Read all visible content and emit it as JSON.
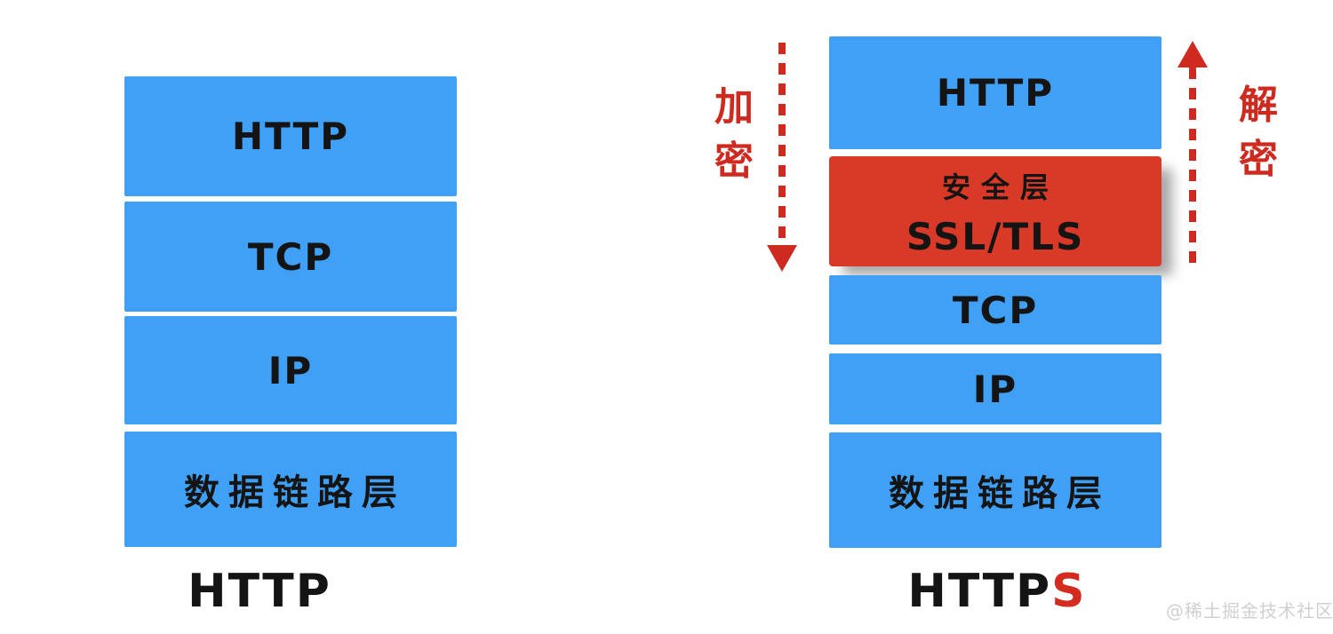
{
  "page": {
    "watermark": "@稀土掘金技术社区"
  },
  "colors": {
    "layer_blue": "#3FA0F5",
    "layer_red": "#D93A27",
    "accent_red": "#CE2A20",
    "caption_s_red": "#D52B1E",
    "text_dark": "#141414",
    "watermark_gray": "#D0D0D0"
  },
  "left_stack": {
    "caption": "HTTP",
    "layers": [
      {
        "label": "HTTP"
      },
      {
        "label": "TCP"
      },
      {
        "label": "IP"
      },
      {
        "label": "数据链路层"
      }
    ]
  },
  "right_stack": {
    "caption_black": "HTTP",
    "caption_red_suffix": "S",
    "layers": [
      {
        "label": "HTTP"
      },
      {
        "line1": "安全层",
        "line2": "SSL/TLS"
      },
      {
        "label": "TCP"
      },
      {
        "label": "IP"
      },
      {
        "label": "数据链路层"
      }
    ]
  },
  "annotations": {
    "encrypt": {
      "label": "加密",
      "arrow_direction": "down"
    },
    "decrypt": {
      "label": "解密",
      "arrow_direction": "up"
    }
  }
}
